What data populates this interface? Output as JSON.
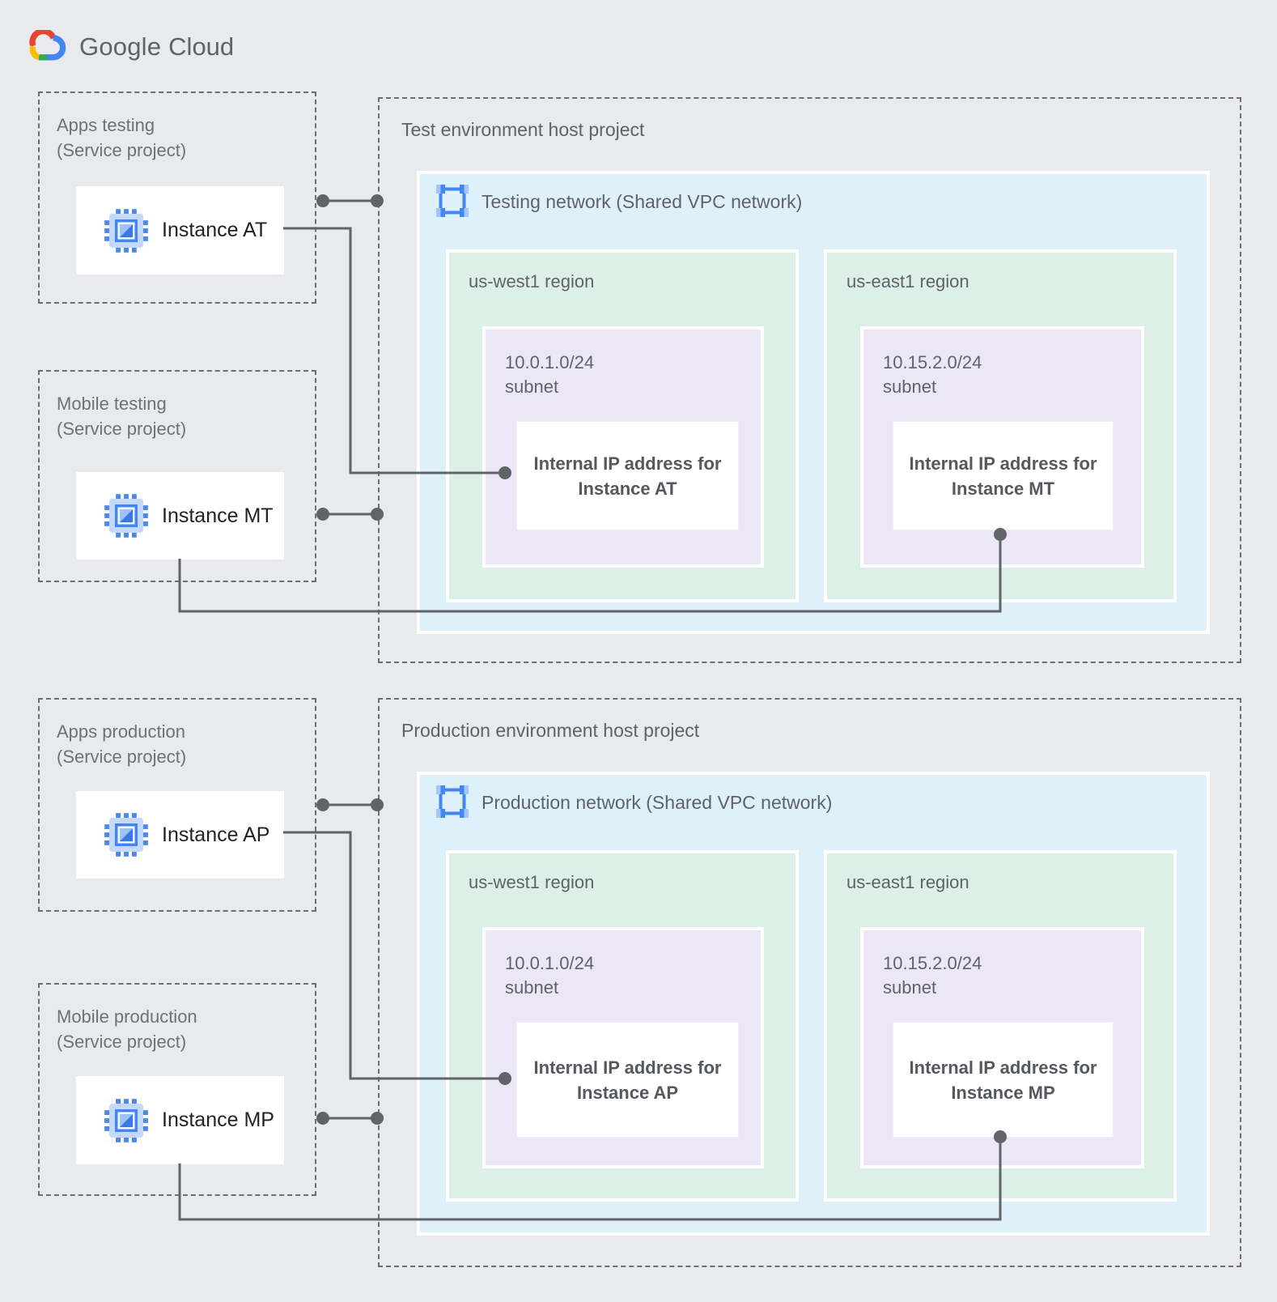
{
  "logo": {
    "word1": "Google",
    "word2": "Cloud"
  },
  "colors": {
    "page_bg": "#e8eaed",
    "network_bg": "#def1fb",
    "region_bg": "#ddf0e7",
    "subnet_bg": "#ece7f6",
    "card_bg": "#ffffff",
    "connector": "#606368",
    "dashed_border": "#6e6e6e",
    "title_text": "#5f6368",
    "instance_text": "#1f2124",
    "ip_text": "#55595d",
    "icon_blue": "#4285f4",
    "icon_light_blue": "#a4c6f9",
    "logo_red": "#ea4335",
    "logo_yellow": "#fbbc05",
    "logo_green": "#34a853",
    "logo_blue": "#4285f4"
  },
  "test": {
    "apps": {
      "line1": "Apps testing",
      "line2": "(Service project)",
      "instance": "Instance AT"
    },
    "mobile": {
      "line1": "Mobile testing",
      "line2": "(Service project)",
      "instance": "Instance MT"
    },
    "host": {
      "title": "Test environment host project",
      "network": "Testing network (Shared VPC network)",
      "west": {
        "region": "us-west1 region",
        "cidr": "10.0.1.0/24",
        "subnet": "subnet",
        "ip1": "Internal IP address for",
        "ip2": "Instance AT"
      },
      "east": {
        "region": "us-east1 region",
        "cidr": "10.15.2.0/24",
        "subnet": "subnet",
        "ip1": "Internal IP address for",
        "ip2": "Instance MT"
      }
    }
  },
  "prod": {
    "apps": {
      "line1": "Apps production",
      "line2": "(Service project)",
      "instance": "Instance AP"
    },
    "mobile": {
      "line1": "Mobile production",
      "line2": "(Service project)",
      "instance": "Instance MP"
    },
    "host": {
      "title": "Production environment host project",
      "network": "Production network (Shared VPC network)",
      "west": {
        "region": "us-west1 region",
        "cidr": "10.0.1.0/24",
        "subnet": "subnet",
        "ip1": "Internal IP address for",
        "ip2": "Instance AP"
      },
      "east": {
        "region": "us-east1 region",
        "cidr": "10.15.2.0/24",
        "subnet": "subnet",
        "ip1": "Internal IP address for",
        "ip2": "Instance MP"
      }
    }
  }
}
